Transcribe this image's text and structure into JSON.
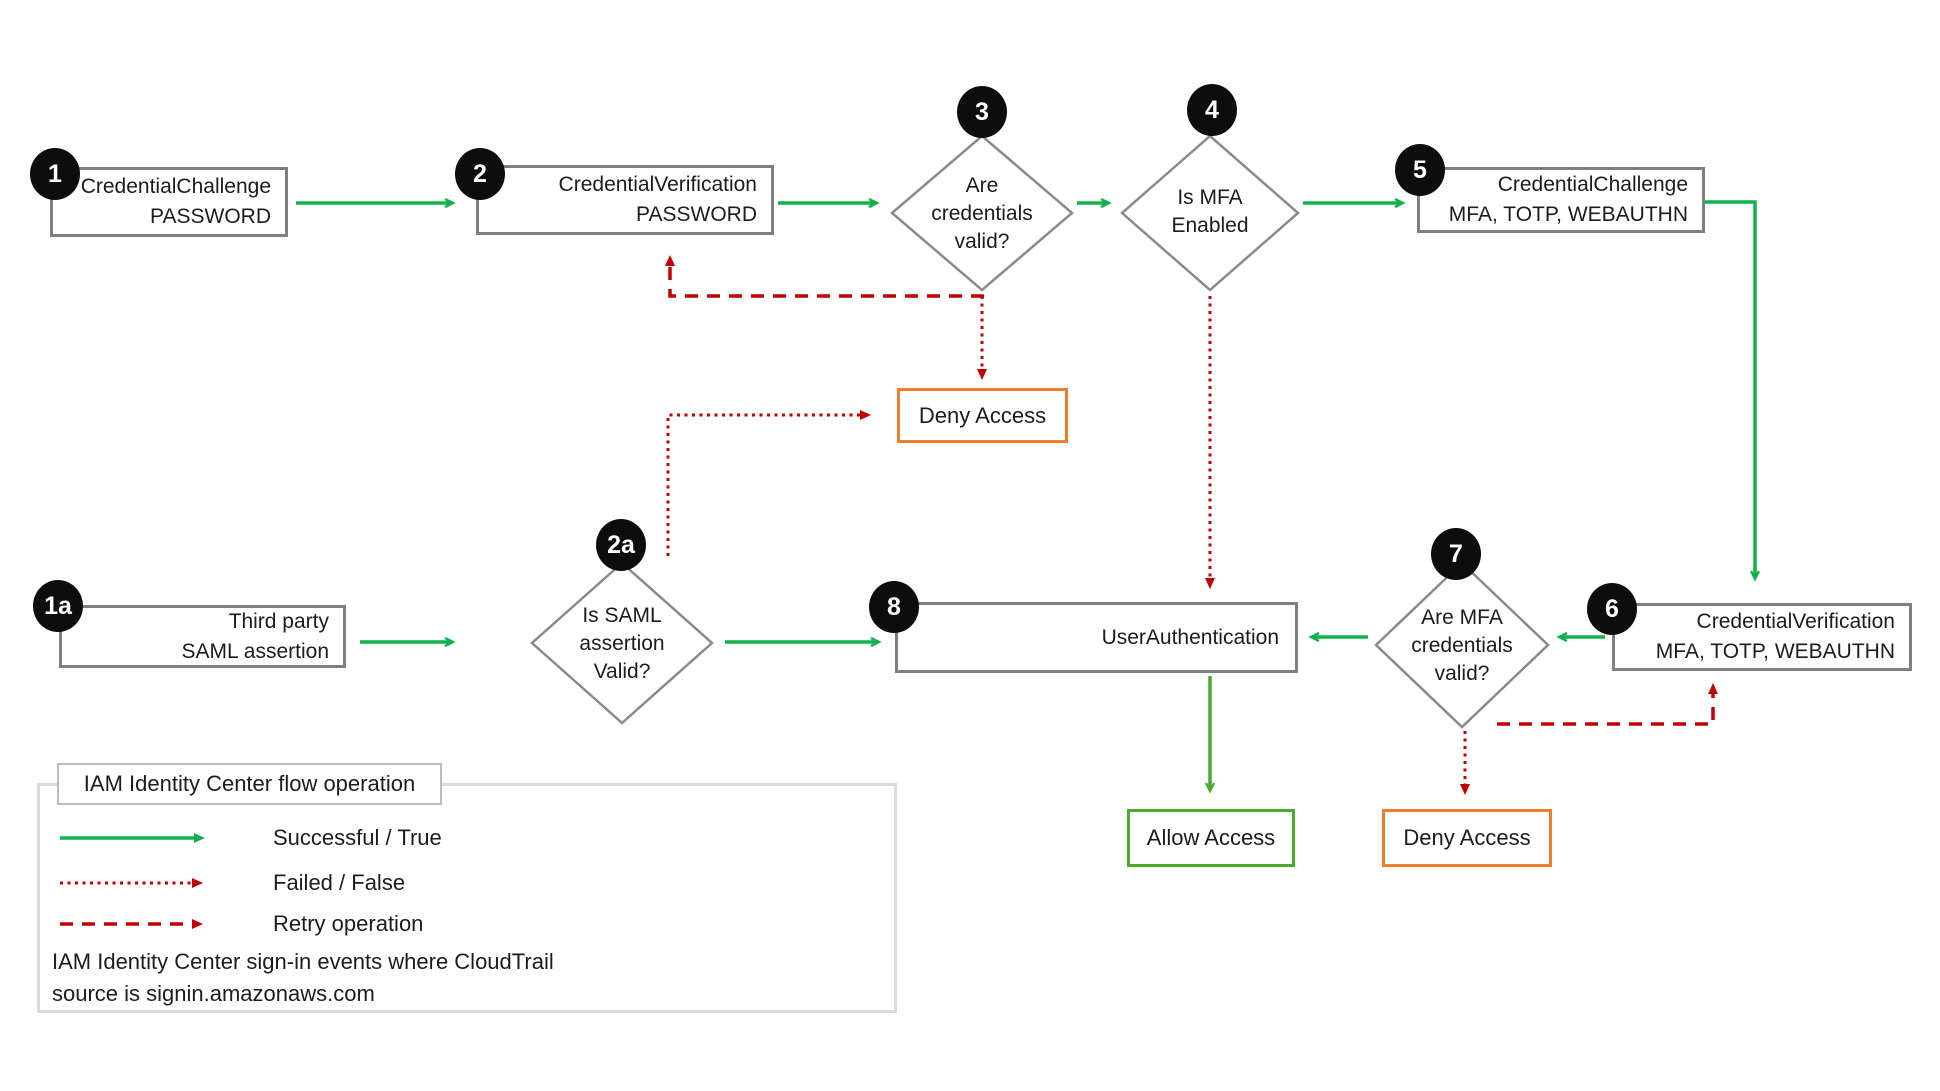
{
  "diagram": {
    "nodes": {
      "step1": {
        "badge": "1",
        "lines": [
          "CredentialChallenge",
          "PASSWORD"
        ]
      },
      "step2": {
        "badge": "2",
        "lines": [
          "CredentialVerification",
          "PASSWORD"
        ]
      },
      "step3": {
        "badge": "3",
        "lines": [
          "Are",
          "credentials",
          "valid?"
        ]
      },
      "step4": {
        "badge": "4",
        "lines": [
          "Is MFA",
          "Enabled"
        ]
      },
      "step5": {
        "badge": "5",
        "lines": [
          "CredentialChallenge",
          "MFA, TOTP, WEBAUTHN"
        ]
      },
      "step6": {
        "badge": "6",
        "lines": [
          "CredentialVerification",
          "MFA, TOTP, WEBAUTHN"
        ]
      },
      "step7": {
        "badge": "7",
        "lines": [
          "Are MFA",
          "credentials",
          "valid?"
        ]
      },
      "step8": {
        "badge": "8",
        "lines": [
          "UserAuthentication"
        ]
      },
      "step1a": {
        "badge": "1a",
        "lines": [
          "Third party",
          "SAML assertion"
        ]
      },
      "step2a": {
        "badge": "2a",
        "lines": [
          "Is SAML",
          "assertion",
          "Valid?"
        ]
      },
      "deny_top": {
        "label": "Deny Access"
      },
      "allow": {
        "label": "Allow Access"
      },
      "deny_bottom": {
        "label": "Deny Access"
      }
    },
    "legend": {
      "title": "IAM Identity Center flow operation",
      "items": [
        {
          "style": "solid-green",
          "label": "Successful / True"
        },
        {
          "style": "dotted-red",
          "label": "Failed / False"
        },
        {
          "style": "dashed-red",
          "label": "Retry operation"
        }
      ],
      "caption_line1": "IAM Identity Center sign-in events where CloudTrail",
      "caption_line2": "source is signin.amazonaws.com"
    },
    "colors": {
      "flow_green": "#13b04f",
      "allow_green": "#4ca930",
      "fail_red": "#c00000",
      "deny_orange": "#ed7d31",
      "node_border": "#7f7f7f"
    }
  }
}
